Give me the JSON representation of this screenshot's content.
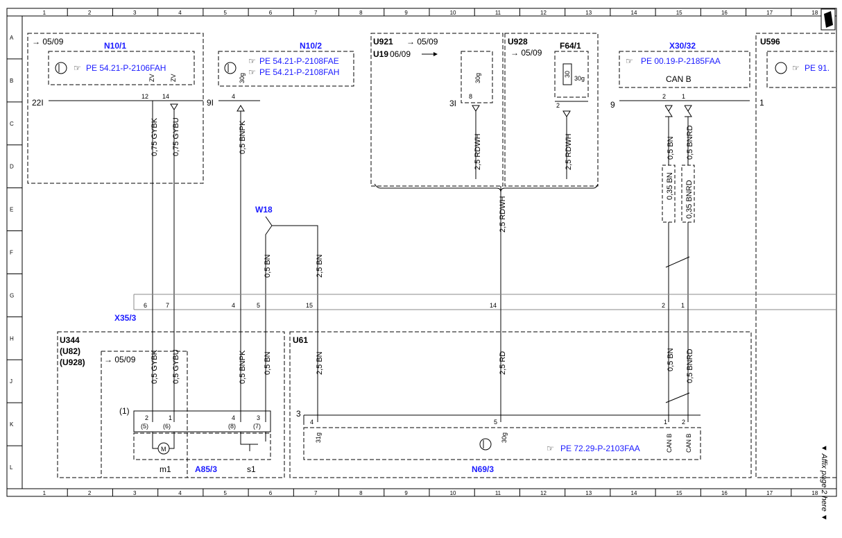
{
  "grid": {
    "columns": [
      "1",
      "2",
      "3",
      "4",
      "5",
      "6",
      "7",
      "8",
      "9",
      "10",
      "11",
      "12",
      "13",
      "14",
      "15",
      "16",
      "17",
      "18"
    ],
    "rows": [
      "A",
      "B",
      "C",
      "D",
      "E",
      "F",
      "G",
      "H",
      "J",
      "K",
      "L"
    ]
  },
  "modules": {
    "n10_1": {
      "name": "N10/1",
      "date": "→ 05/09",
      "ref": "PE 54.21-P-2106FAH",
      "ground": "22I",
      "pins": [
        "12",
        "14"
      ],
      "pin_tags": [
        "ZV",
        "ZV"
      ]
    },
    "n10_2": {
      "name": "N10/2",
      "ref1": "PE 54.21-P-2108FAE",
      "ref2": "PE 54.21-P-2108FAH",
      "ground": "9I",
      "pin": "4",
      "pin_tag": "30g"
    },
    "u921": {
      "name": "U921",
      "date": "→ 05/09",
      "sub": "U19",
      "sub_date": "06/09",
      "ground": "3I",
      "pin": "8",
      "pin_tag": "30g"
    },
    "u928": {
      "name": "U928",
      "date": "→ 05/09"
    },
    "f64_1": {
      "name": "F64/1",
      "fuse": "30",
      "fuse_tag": "30g",
      "pin": "2"
    },
    "x30_32": {
      "name": "X30/32",
      "ref": "PE 00.19-P-2185FAA",
      "can": "CAN B",
      "ground": "9",
      "pins": [
        "2",
        "1"
      ]
    },
    "u596": {
      "name": "U596",
      "ref": "PE 91.",
      "ground": "1"
    },
    "w18": {
      "name": "W18"
    },
    "x35_3": {
      "name": "X35/3",
      "pins": [
        "6",
        "7",
        "4",
        "5",
        "15",
        "14",
        "2",
        "1"
      ]
    },
    "u344": {
      "name": "U344",
      "sub1": "(U82)",
      "sub2": "(U928)",
      "date": "→ 05/09",
      "conn": "(1)",
      "pins": [
        "2",
        "1",
        "4",
        "3"
      ],
      "alt_pins": [
        "(5)",
        "(6)",
        "(8)",
        "(7)"
      ],
      "m1": "m1",
      "s1": "s1",
      "a85": "A85/3"
    },
    "u61": {
      "name": "U61",
      "conn": "3",
      "pins": [
        "4",
        "5",
        "1",
        "2"
      ],
      "pin_tags": [
        "31g",
        "30g",
        "CAN B",
        "CAN B"
      ]
    },
    "n69_3": {
      "name": "N69/3",
      "ref": "PE 72.29-P-2103FAA"
    }
  },
  "wires": {
    "gybk_top": "0,75 GYBK",
    "gybu_top": "0,75 GYBU",
    "bnpk_top": "0,5 BNPK",
    "rdwh1": "2,5 RDWH",
    "rdwh2": "2,5 RDWH",
    "rdwh_main": "2,5 RDWH",
    "bn_top": "0,5 BN",
    "bnrd_top": "0,5 BNRD",
    "bn_035": "0,35 BN",
    "bnrd_035": "0,35 BNRD",
    "w18_bn05": "0,5 BN",
    "w18_bn25": "2,5 BN",
    "gybk_bot": "0,5 GYBK",
    "gybu_bot": "0,5 GYBU",
    "bnpk_bot": "0,5 BNPK",
    "bn_bot": "0,5 BN",
    "bn25_bot": "2,5 BN",
    "rd_bot": "2,5 RD",
    "bn_can_bot": "0,5 BN",
    "bnrd_can_bot": "0,5 BNRD"
  },
  "side_note": "▼ Affix page 2 here ▼"
}
